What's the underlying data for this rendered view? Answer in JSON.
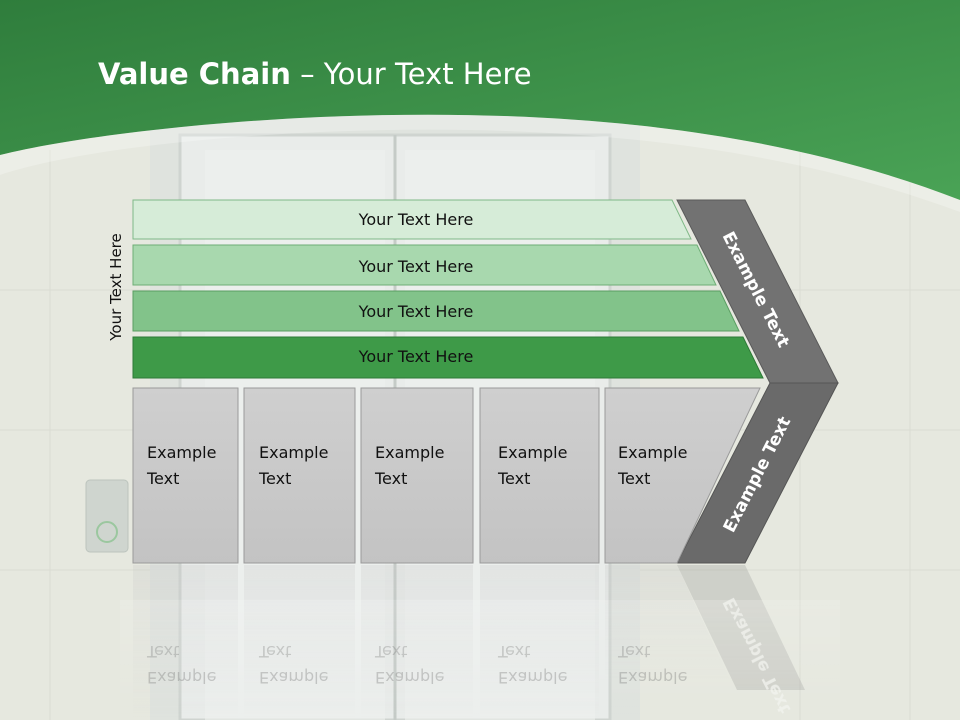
{
  "slide": {
    "title_bold": "Value Chain",
    "title_rest": " – Your Text Here",
    "side_label": "Your Text Here"
  },
  "bands": [
    {
      "label": "Your Text Here"
    },
    {
      "label": "Your Text Here"
    },
    {
      "label": "Your Text Here"
    },
    {
      "label": "Your Text Here"
    }
  ],
  "boxes": [
    {
      "line1": "Example",
      "line2": "Text"
    },
    {
      "line1": "Example",
      "line2": "Text"
    },
    {
      "line1": "Example",
      "line2": "Text"
    },
    {
      "line1": "Example",
      "line2": "Text"
    },
    {
      "line1": "Example",
      "line2": "Text"
    }
  ],
  "chevron": {
    "upper_label": "Example Text",
    "lower_label": "Example Text"
  },
  "colors": {
    "header_green": "#3f9a4c",
    "band_1": "#d6ecd8",
    "band_2": "#a8d8ae",
    "band_3": "#82c38a",
    "band_4": "#3e9a48",
    "box_gray": "#c9c9c9",
    "chevron_gray": "#6e6e6e"
  }
}
